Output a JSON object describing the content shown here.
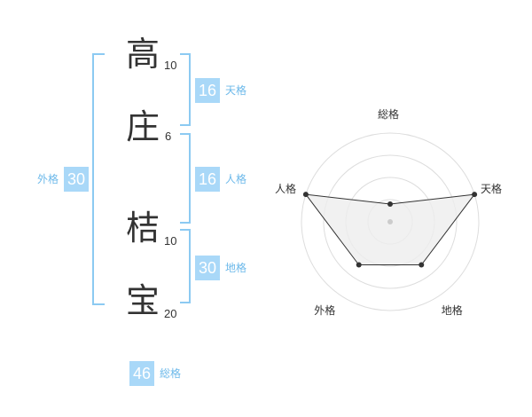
{
  "name": {
    "chars": [
      {
        "char": "高",
        "strokes": "10"
      },
      {
        "char": "庄",
        "strokes": "6"
      },
      {
        "char": "桔",
        "strokes": "10"
      },
      {
        "char": "宝",
        "strokes": "20"
      }
    ]
  },
  "kaku": {
    "tenkaku": {
      "value": "16",
      "label": "天格"
    },
    "jinkaku": {
      "value": "16",
      "label": "人格"
    },
    "chikaku": {
      "value": "30",
      "label": "地格"
    },
    "gaikaku": {
      "value": "30",
      "label": "外格"
    },
    "soukaku": {
      "value": "46",
      "label": "総格"
    }
  },
  "chart_data": {
    "type": "radar",
    "axes": [
      "総格",
      "天格",
      "地格",
      "外格",
      "人格"
    ],
    "values": [
      0.2,
      1.0,
      0.6,
      0.6,
      1.0
    ],
    "rings": 4,
    "colors": {
      "fill": "#eeeeee",
      "line": "#333333",
      "ring": "#dddddd",
      "point": "#333333"
    }
  }
}
